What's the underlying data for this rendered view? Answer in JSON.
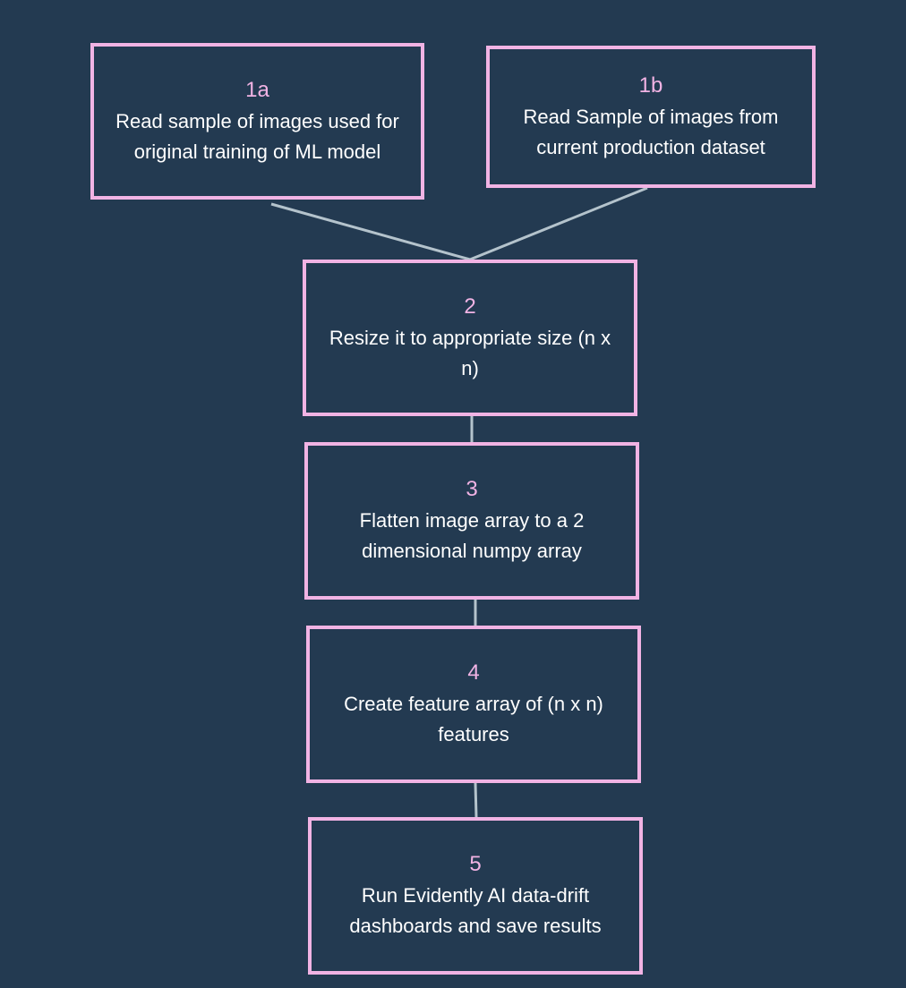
{
  "diagram": {
    "steps": [
      {
        "id": "1a",
        "number": "1a",
        "text": "Read sample of images used for original training of ML model"
      },
      {
        "id": "1b",
        "number": "1b",
        "text": "Read Sample of images from current production dataset"
      },
      {
        "id": "2",
        "number": "2",
        "text": "Resize it to appropriate size (n x n)"
      },
      {
        "id": "3",
        "number": "3",
        "text": "Flatten image array to a 2 dimensional numpy array"
      },
      {
        "id": "4",
        "number": "4",
        "text": "Create feature array of (n x n) features"
      },
      {
        "id": "5",
        "number": "5",
        "text": "Run Evidently AI data-drift dashboards and save results"
      }
    ],
    "connections": [
      {
        "from": "1a",
        "to": "2"
      },
      {
        "from": "1b",
        "to": "2"
      },
      {
        "from": "2",
        "to": "3"
      },
      {
        "from": "3",
        "to": "4"
      },
      {
        "from": "4",
        "to": "5"
      }
    ],
    "colors": {
      "background": "#233a51",
      "box_border": "#f1b3e4",
      "step_number": "#f1b3e4",
      "step_text": "#ffffff",
      "connector": "#b4c3cc"
    }
  }
}
